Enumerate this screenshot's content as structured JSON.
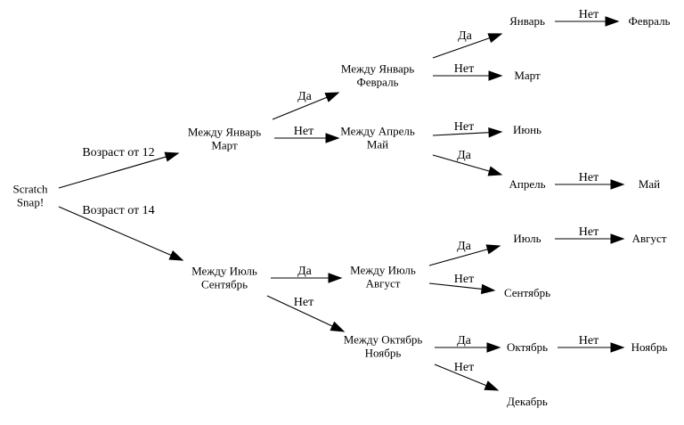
{
  "diagram": {
    "type": "decision-tree",
    "nodes": {
      "root": [
        "Scratch",
        "Snap!"
      ],
      "n_jan_mar": [
        "Между Январь",
        "Март"
      ],
      "n_jul_sep": [
        "Между Июль",
        "Сентябрь"
      ],
      "n_jan_feb": [
        "Между Январь",
        "Февраль"
      ],
      "n_apr_may": [
        "Между Апрель",
        "Май"
      ],
      "n_jul_aug": [
        "Между Июль",
        "Август"
      ],
      "n_oct_nov": [
        "Между Октябрь",
        "Ноябрь"
      ],
      "jan": [
        "Январь"
      ],
      "feb": [
        "Февраль"
      ],
      "mar": [
        "Март"
      ],
      "jun": [
        "Июнь"
      ],
      "apr": [
        "Апрель"
      ],
      "may": [
        "Май"
      ],
      "jul": [
        "Июль"
      ],
      "aug": [
        "Август"
      ],
      "sep": [
        "Сентябрь"
      ],
      "oct": [
        "Октябрь"
      ],
      "nov": [
        "Ноябрь"
      ],
      "dec": [
        "Декабрь"
      ]
    },
    "edges": [
      {
        "from": "root",
        "to": "n_jan_mar",
        "label": "Возраст от 12"
      },
      {
        "from": "root",
        "to": "n_jul_sep",
        "label": "Возраст от 14"
      },
      {
        "from": "n_jan_mar",
        "to": "n_jan_feb",
        "label": "Да"
      },
      {
        "from": "n_jan_mar",
        "to": "n_apr_may",
        "label": "Нет"
      },
      {
        "from": "n_jan_feb",
        "to": "jan",
        "label": "Да"
      },
      {
        "from": "n_jan_feb",
        "to": "mar",
        "label": "Нет"
      },
      {
        "from": "jan",
        "to": "feb",
        "label": "Нет"
      },
      {
        "from": "n_apr_may",
        "to": "jun",
        "label": "Нет"
      },
      {
        "from": "n_apr_may",
        "to": "apr",
        "label": "Да"
      },
      {
        "from": "apr",
        "to": "may",
        "label": "Нет"
      },
      {
        "from": "n_jul_sep",
        "to": "n_jul_aug",
        "label": "Да"
      },
      {
        "from": "n_jul_sep",
        "to": "n_oct_nov",
        "label": "Нет"
      },
      {
        "from": "n_jul_aug",
        "to": "jul",
        "label": "Да"
      },
      {
        "from": "n_jul_aug",
        "to": "sep",
        "label": "Нет"
      },
      {
        "from": "jul",
        "to": "aug",
        "label": "Нет"
      },
      {
        "from": "n_oct_nov",
        "to": "oct",
        "label": "Да"
      },
      {
        "from": "n_oct_nov",
        "to": "dec",
        "label": "Нет"
      },
      {
        "from": "oct",
        "to": "nov",
        "label": "Нет"
      }
    ]
  }
}
